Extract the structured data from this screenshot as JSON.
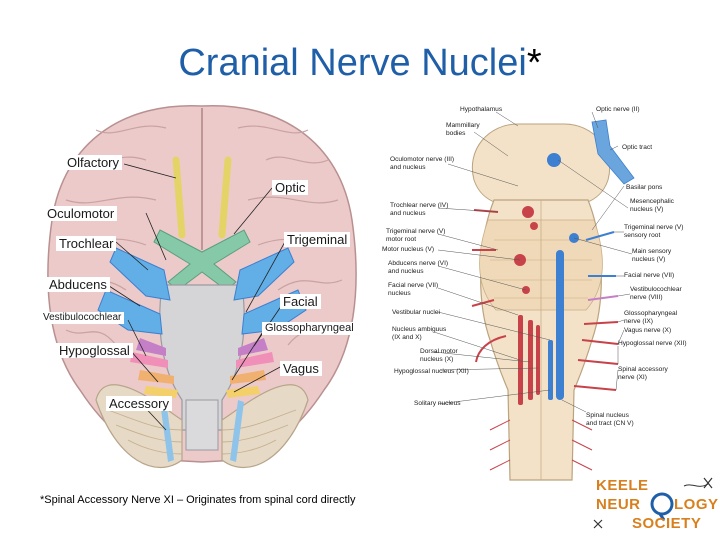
{
  "title": {
    "main": "Cranial Nerve Nuclei",
    "asterisk": "*"
  },
  "left_labels": {
    "olfactory": "Olfactory",
    "optic": "Optic",
    "oculomotor": "Oculomotor",
    "trochlear": "Trochlear",
    "trigeminal": "Trigeminal",
    "abducens": "Abducens",
    "facial": "Facial",
    "vestibulocochlear": "Vestibulocochlear",
    "glossopharyngeal": "Glossopharyngeal",
    "hypoglossal": "Hypoglossal",
    "vagus": "Vagus",
    "accessory": "Accessory"
  },
  "right_labels": {
    "hypothalamus": "Hypothalamus",
    "mammillary_bodies": "Mammillary\nbodies",
    "oculomotor_nerve": "Oculomotor nerve (III)\nand nucleus",
    "trochlear_nerve": "Trochlear nerve (IV)\nand nucleus",
    "trigeminal_motor_root": "Trigeminal nerve (V)\nmotor root",
    "motor_nucleus": "Motor nucleus (V)",
    "abducens_nerve": "Abducens nerve (VI)\nand nucleus",
    "facial_nucleus": "Facial nerve (VII)\nnucleus",
    "vestibular_nuclei": "Vestibular nuclei",
    "nucleus_ambiguus": "Nucleus ambiguus\n(IX and X)",
    "dorsal_motor_nucleus": "Dorsal motor\nnucleus (X)",
    "hypoglossal_nucleus": "Hypoglossal nucleus (XII)",
    "solitary_nucleus": "Solitary nucleus",
    "optic_nerve": "Optic nerve (II)",
    "optic_tract": "Optic tract",
    "basilar_pons": "Basilar pons",
    "mesencephalic_nucleus": "Mesencephalic\nnucleus (V)",
    "trigeminal_sensory_root": "Trigeminal nerve (V)\nsensory root",
    "main_sensory_nucleus": "Main sensory\nnucleus (V)",
    "facial_nerve": "Facial nerve (VII)",
    "vestibulocochlear_nerve": "Vestibulocochlear\nnerve (VIII)",
    "glossopharyngeal_nerve": "Glossopharyngeal\nnerve (IX)",
    "vagus_nerve": "Vagus nerve (X)",
    "hypoglossal_nerve": "Hypoglossal nerve (XII)",
    "spinal_accessory_nerve": "Spinal accessory\nnerve (XI)",
    "spinal_nucleus_trigeminal": "Spinal nucleus\nand tract (CN V)"
  },
  "footnote": "*Spinal Accessory Nerve XI – Originates from spinal cord directly",
  "logo": {
    "line1": "KEELE",
    "line2a": "NEUR",
    "line2b": "LOGY",
    "line3": "SOCIETY"
  },
  "colors": {
    "title": "#1f5fa8",
    "motor": "#c8424a",
    "sensory": "#3d7fd0",
    "brain": "#eccaca",
    "stem": "#f3e2c8",
    "logo": "#d8801e"
  }
}
